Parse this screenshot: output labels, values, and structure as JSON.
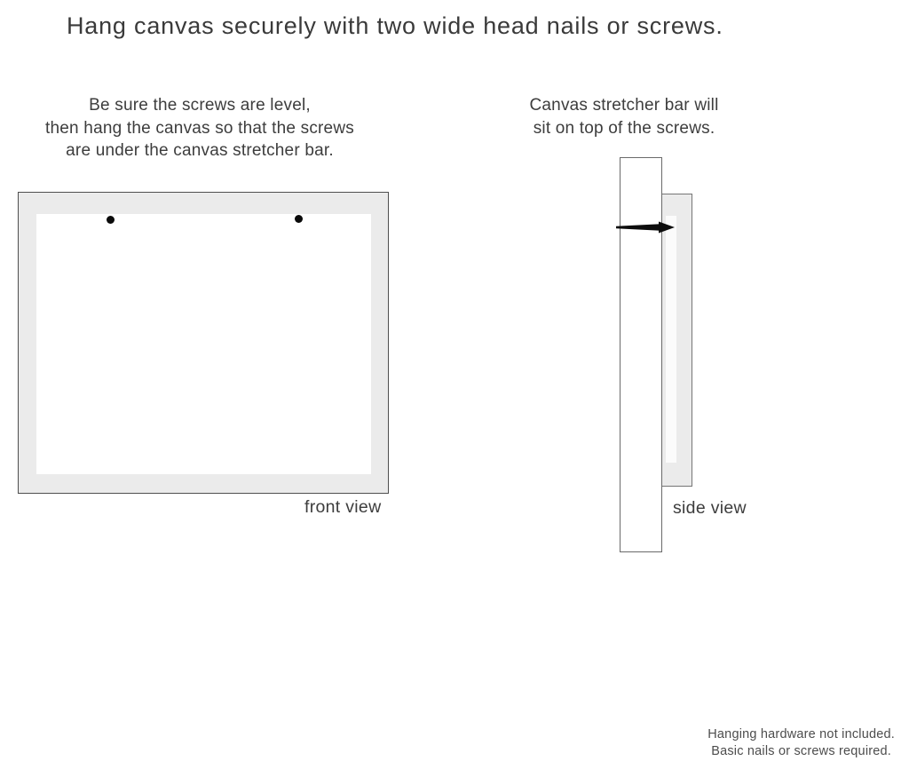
{
  "title": "Hang canvas securely with two wide head nails or screws.",
  "instructions": {
    "left": {
      "lines": [
        "Be sure the screws are level,",
        "then hang the canvas so that the screws",
        "are under the canvas stretcher bar."
      ]
    },
    "right": {
      "lines": [
        "Canvas stretcher bar will",
        "sit on top of the screws."
      ]
    }
  },
  "diagrams": {
    "front": {
      "label": "front view",
      "nail_count": 2
    },
    "side": {
      "label": "side view",
      "nail_count": 1
    }
  },
  "footer": {
    "lines": [
      "Hanging hardware not included.",
      "Basic nails or screws required."
    ]
  },
  "colors": {
    "canvas_fill": "#ebebeb",
    "border": "#4f4f4f",
    "text": "#3d3d3d",
    "nail": "#0a0a0a"
  }
}
